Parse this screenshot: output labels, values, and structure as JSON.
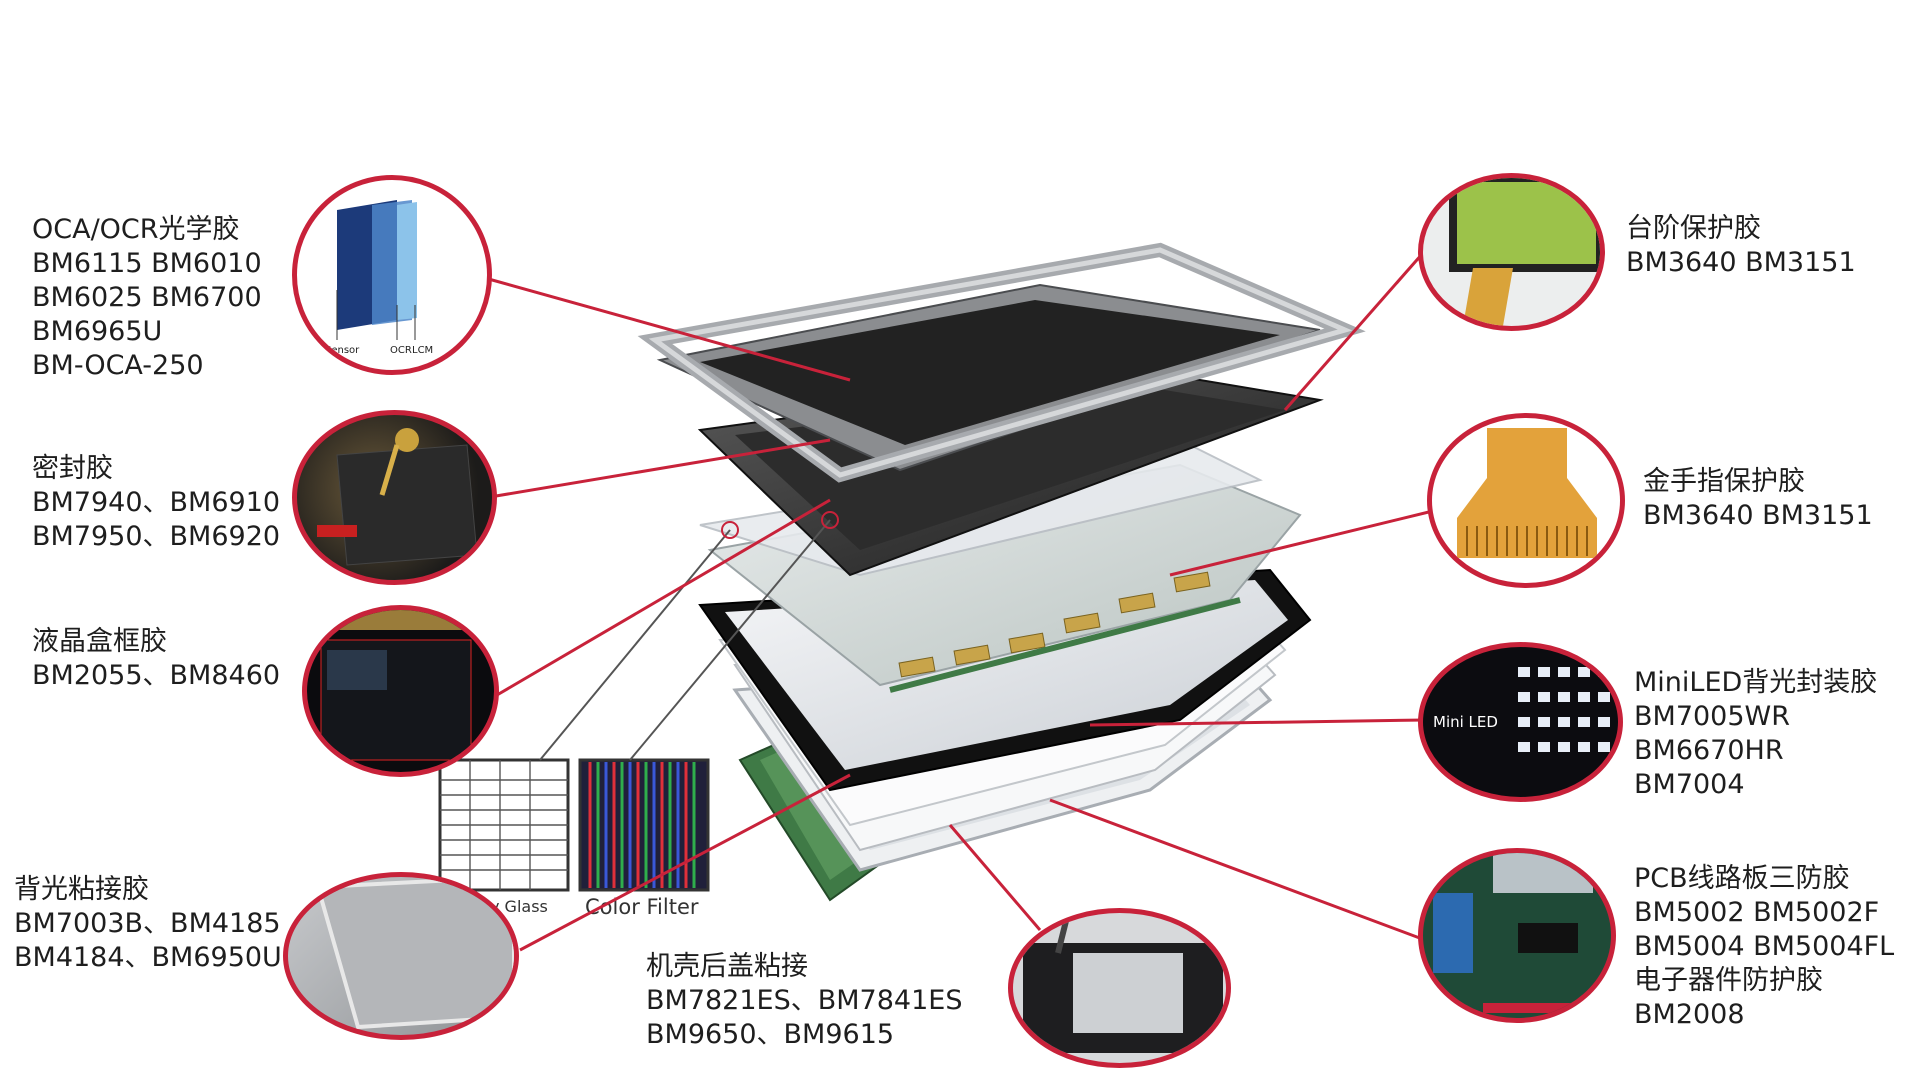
{
  "colors": {
    "accent": "#c8223a",
    "text": "#1e1e1e",
    "background": "#ffffff"
  },
  "labels": {
    "oca": {
      "title": "OCA/OCR光学胶",
      "lines": [
        "BM6115 BM6010",
        "BM6025 BM6700",
        "BM6965U",
        "BM-OCA-250"
      ]
    },
    "seal": {
      "title": "密封胶",
      "lines": [
        "BM7940、BM6910",
        "BM7950、BM6920"
      ]
    },
    "lcd_frame": {
      "title": "液晶盒框胶",
      "lines": [
        "BM2055、BM8460"
      ]
    },
    "backlight_bond": {
      "title": "背光粘接胶",
      "lines": [
        "BM7003B、BM4185",
        "BM4184、BM6950U"
      ]
    },
    "housing": {
      "title": "机壳后盖粘接",
      "lines": [
        "BM7821ES、BM7841ES",
        "BM9650、BM9615"
      ]
    },
    "step": {
      "title": "台阶保护胶",
      "lines": [
        "BM3640  BM3151"
      ]
    },
    "gold_finger": {
      "title": "金手指保护胶",
      "lines": [
        "BM3640  BM3151"
      ]
    },
    "miniled": {
      "title": "MiniLED背光封装胶",
      "lines": [
        "BM7005WR",
        "BM6670HR",
        "BM7004"
      ]
    },
    "pcb": {
      "title": "PCB线路板三防胶",
      "lines": [
        "BM5002  BM5002F",
        "BM5004  BM5004FL",
        "电子器件防护胶",
        "BM2008"
      ]
    }
  },
  "inset_texts": {
    "sensor": "Sensor",
    "ocr": "OCR",
    "lcm": "LCM",
    "miniled": "Mini LED",
    "glass": "y Glass",
    "color_filter": "Color Filter"
  }
}
